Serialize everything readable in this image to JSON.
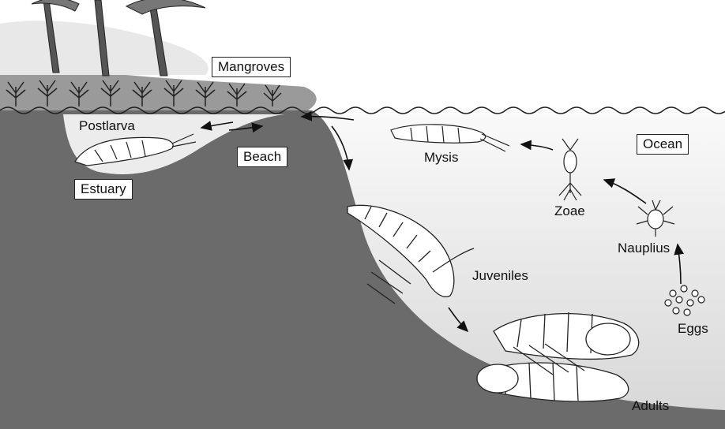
{
  "labels": {
    "mangroves": "Mangroves",
    "postlarva": "Postlarva",
    "beach": "Beach",
    "estuary": "Estuary",
    "mysis": "Mysis",
    "ocean": "Ocean",
    "zoae": "Zoae",
    "nauplius": "Nauplius",
    "juveniles": "Juveniles",
    "eggs": "Eggs",
    "adults": "Adults"
  },
  "colors": {
    "seabed": "#6b6b6b",
    "water": "#e4e4e4",
    "land": "#9a9a9a",
    "line": "#222222"
  }
}
